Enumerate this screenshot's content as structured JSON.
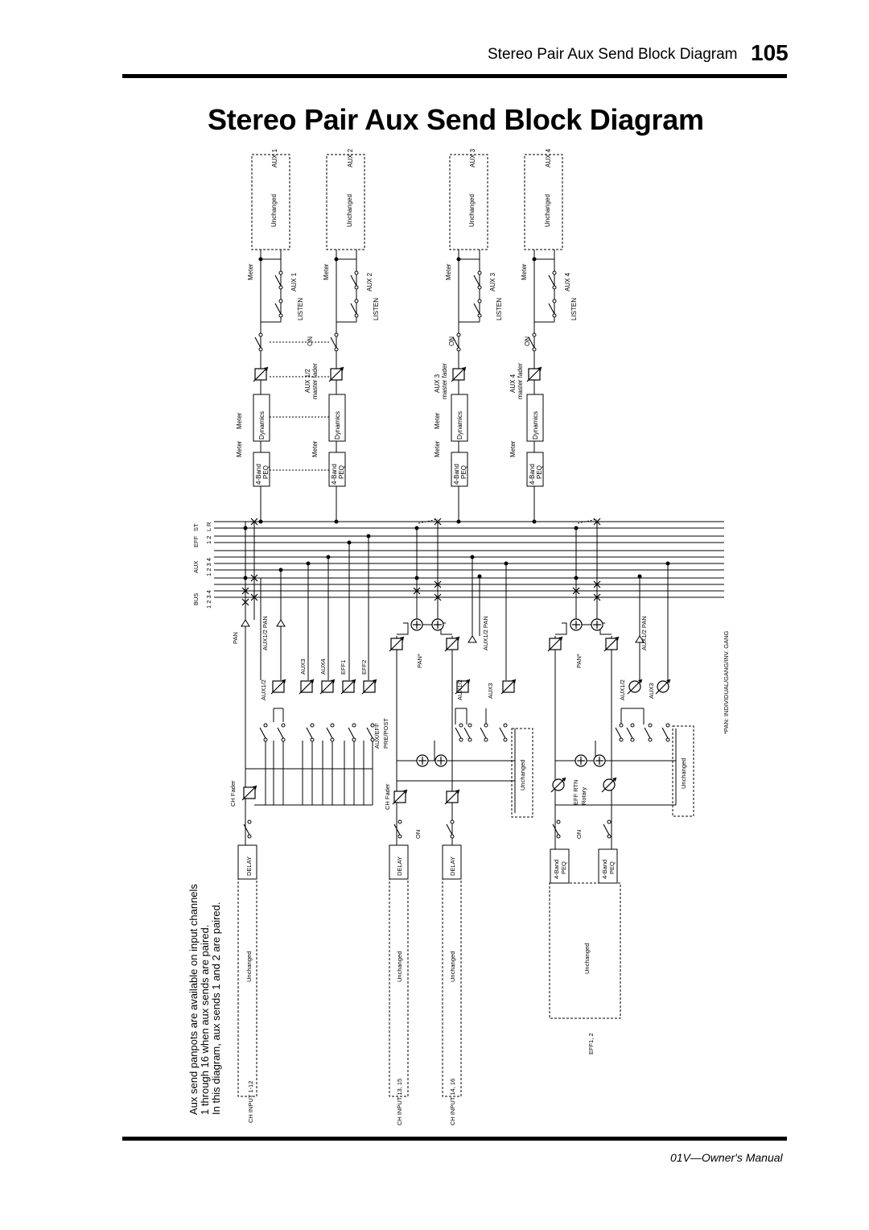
{
  "header": {
    "title": "Stereo Pair Aux Send Block Diagram",
    "page_number": "105"
  },
  "main_title": "Stereo Pair Aux Send Block Diagram",
  "footer": {
    "manual": "01V—Owner's Manual"
  },
  "note": {
    "line1": "Aux send panpots are available on input channels",
    "line2": "1 through 16 when aux sends are paired.",
    "line3": "In this diagram, aux sends 1 and 2 are paired."
  },
  "labels": {
    "aux1": "AUX 1",
    "aux2": "AUX 2",
    "aux3": "AUX 3",
    "aux4": "AUX 4",
    "unchanged": "Unchanged",
    "meter": "Meter",
    "listen": "LISTEN",
    "on": "ON",
    "aux12_master": "AUX 1/2",
    "aux3_master": "AUX 3",
    "aux4_master": "AUX 4",
    "master_fader": "master fader",
    "dynamics": "Dynamics",
    "band4": "4-Band",
    "peq": "PEQ",
    "bus_hdr": "BUS",
    "aux_hdr": "AUX",
    "eff_hdr": "EFF",
    "st_hdr": "ST",
    "bus_nums": "1 2 3 4",
    "aux_nums": "1 2 3 4",
    "eff_nums": "1 2",
    "st_nums": "L R",
    "pan": "PAN",
    "pan_star": "PAN*",
    "aux12_pan": "AUX1/2 PAN",
    "aux12": "AUX1/2",
    "aux3s": "AUX3",
    "aux4s": "AUX4",
    "eff1": "EFF1",
    "eff2": "EFF2",
    "aux_eff": "AUX/EFF",
    "pre_post": "PRE/POST",
    "ch_fader": "CH Fader",
    "delay": "DELAY",
    "eff_rtn": "EFF RTN",
    "rotary": "Rotary",
    "ch_input_1_12": "CH INPUT 1-12",
    "ch_input_13_15": "CH INPUT 13, 15",
    "ch_input_14_16": "CH INPUT 14, 16",
    "eff12": "EFF1, 2",
    "pan_note": "*PAN: INDIVIDUAL/GANG/INV. GANG"
  }
}
